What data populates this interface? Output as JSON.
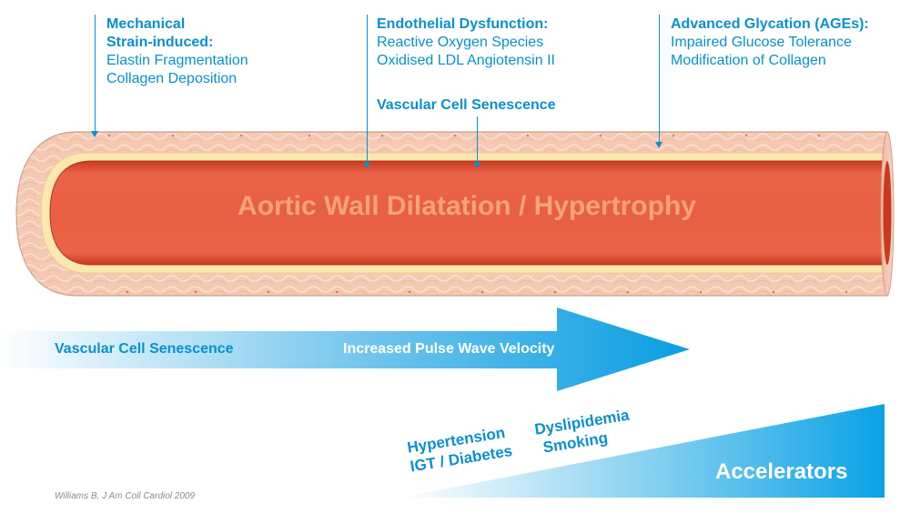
{
  "labels": {
    "mechanical": {
      "title1": "Mechanical",
      "title2": "Strain-induced:",
      "line1": "Elastin Fragmentation",
      "line2": "Collagen Deposition"
    },
    "endothelial": {
      "title": "Endothelial Dysfunction:",
      "line1": "Reactive Oxygen Species",
      "line2": "Oxidised LDL Angiotensin II"
    },
    "glycation": {
      "title": "Advanced Glycation (AGEs):",
      "line1": "Impaired Glucose Tolerance",
      "line2": "Modification of Collagen"
    },
    "senescence_top": "Vascular Cell Senescence"
  },
  "aorta": {
    "title": "Aortic Wall Dilatation / Hypertrophy"
  },
  "arrow": {
    "left_text": "Vascular Cell Senescence",
    "right_text": "Increased Pulse Wave Velocity"
  },
  "accelerators": {
    "label": "Accelerators",
    "items": {
      "hypertension": "Hypertension",
      "igt": "IGT / Diabetes",
      "dyslipidemia": "Dyslipidemia",
      "smoking": "Smoking"
    }
  },
  "citation": "Williams B, J Am Coll Cardiol  2009",
  "colors": {
    "accent": "#0a8fd0",
    "vessel_lumen": "#e25a3e",
    "vessel_wall": "#f6c9b3",
    "title_text": "#f7a27a"
  }
}
